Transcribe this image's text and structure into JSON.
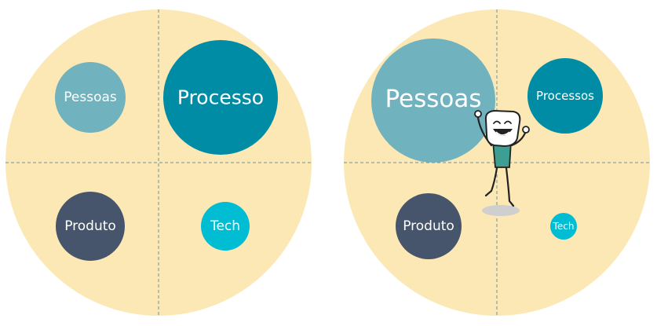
{
  "left_diagram": {
    "bubbles": [
      {
        "label": "Pessoas",
        "color": "#70b2be"
      },
      {
        "label": "Processo",
        "color": "#008ca5"
      },
      {
        "label": "Produto",
        "color": "#46556b"
      },
      {
        "label": "Tech",
        "color": "#00bdd3"
      }
    ]
  },
  "right_diagram": {
    "bubbles": [
      {
        "label": "Pessoas",
        "color": "#70b2be"
      },
      {
        "label": "Processos",
        "color": "#008ca5"
      },
      {
        "label": "Produto",
        "color": "#46556b"
      },
      {
        "label": "Tech",
        "color": "#00bdd3"
      }
    ]
  },
  "colors": {
    "disc": "#fbe8b4",
    "axis": "#6f8fa1",
    "figure_shirt": "#3c9f91",
    "figure_shadow": "#cfcfcf"
  },
  "icons": [
    "happy-stick-figure-icon"
  ]
}
